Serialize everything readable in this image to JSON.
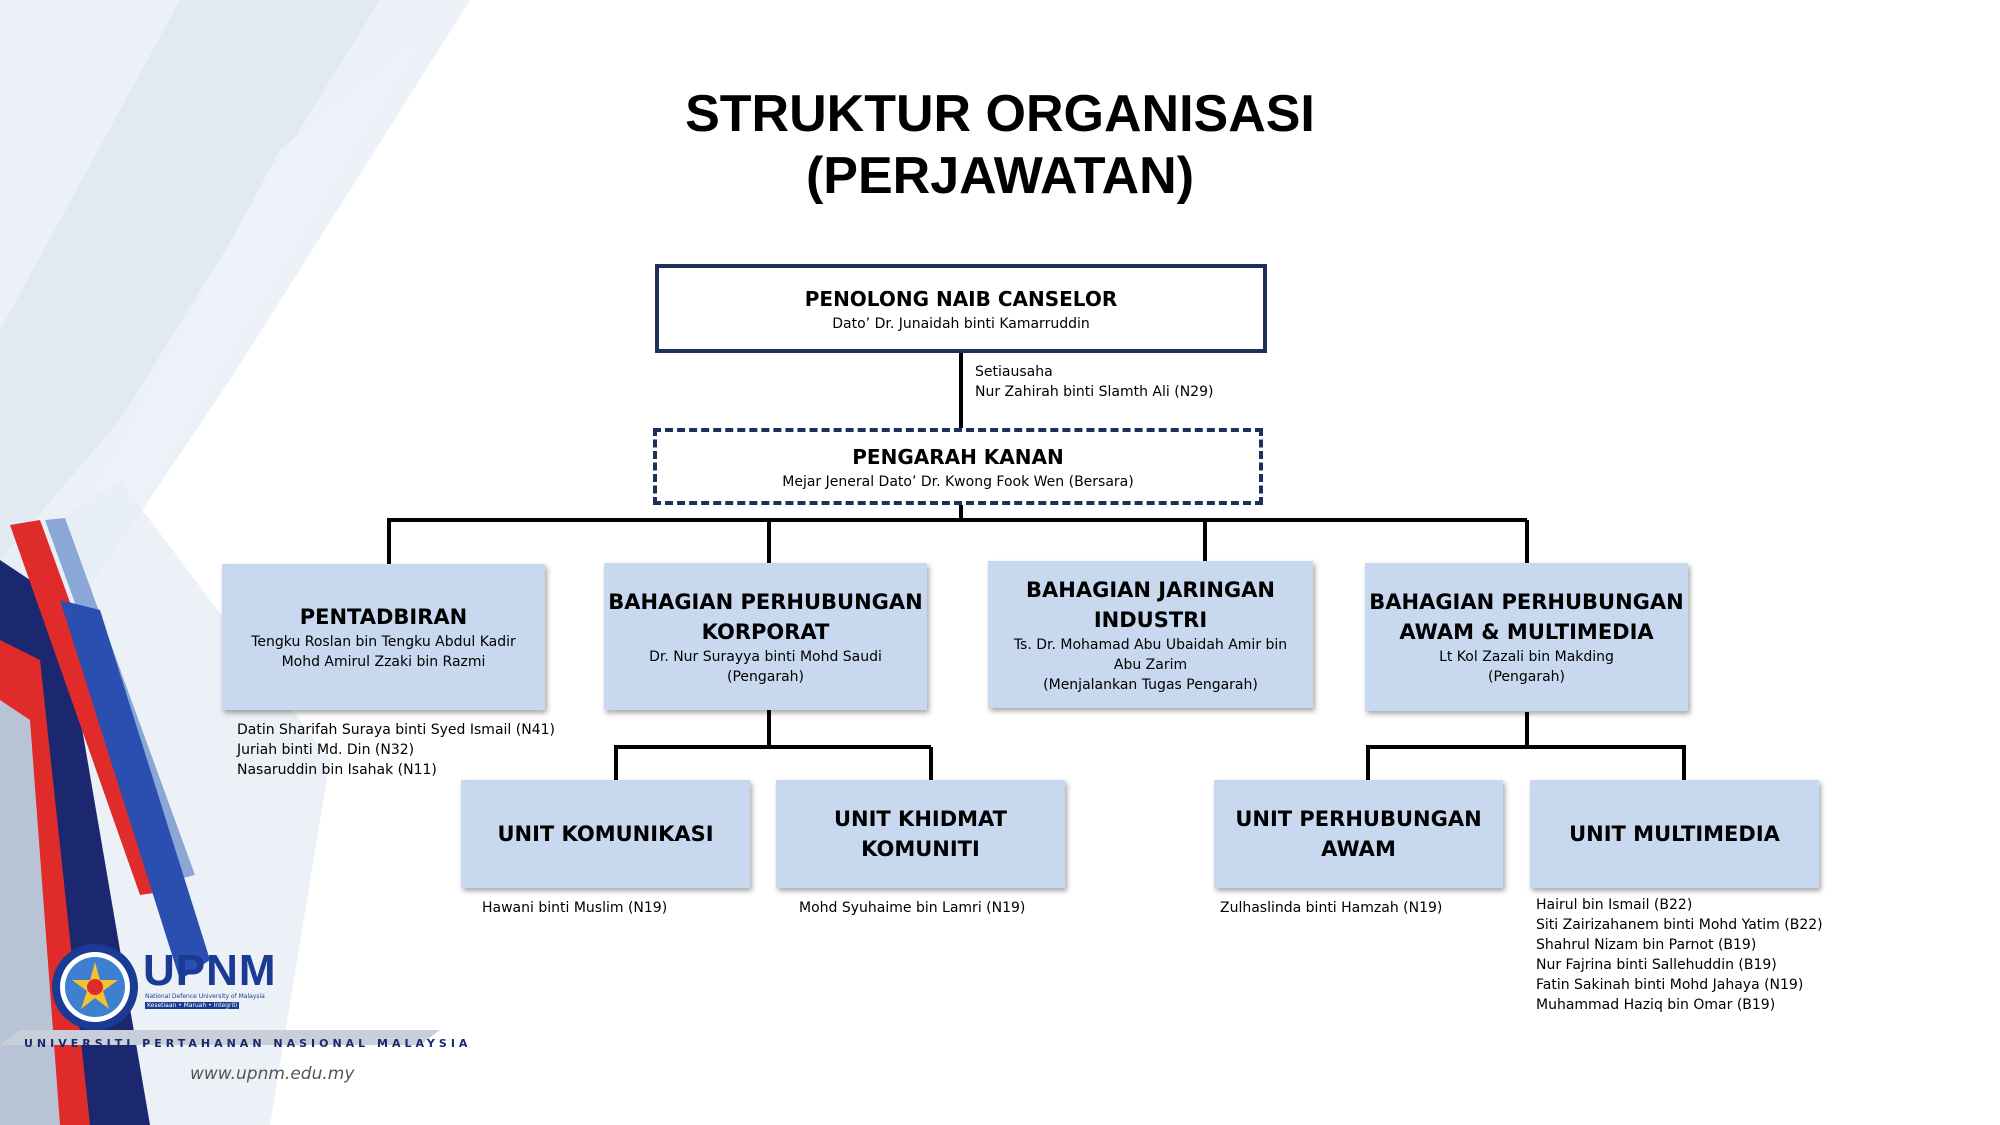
{
  "title": {
    "line1": "STRUKTUR ORGANISASI",
    "line2": "(PERJAWATAN)"
  },
  "top": {
    "title": "PENOLONG NAIB CANSELOR",
    "name": "Dato’ Dr. Junaidah binti Kamarruddin"
  },
  "secretary": {
    "label": "Setiausaha",
    "name": "Nur Zahirah binti Slamth Ali  (N29)"
  },
  "director": {
    "title": "PENGARAH KANAN",
    "name": "Mejar Jeneral Dato’ Dr. Kwong Fook Wen (Bersara)"
  },
  "divisions": [
    {
      "title1": "PENTADBIRAN",
      "title2": "",
      "line1": "Tengku Roslan bin Tengku Abdul Kadir",
      "line2": "Mohd Amirul Zzaki bin Razmi",
      "line3": ""
    },
    {
      "title1": "BAHAGIAN PERHUBUNGAN",
      "title2": "KORPORAT",
      "line1": "Dr. Nur Surayya binti Mohd Saudi",
      "line2": "(Pengarah)",
      "line3": ""
    },
    {
      "title1": "BAHAGIAN JARINGAN",
      "title2": "INDUSTRI",
      "line1": "Ts. Dr. Mohamad Abu Ubaidah Amir bin",
      "line2": "Abu Zarim",
      "line3": "(Menjalankan Tugas Pengarah)"
    },
    {
      "title1": "BAHAGIAN PERHUBUNGAN",
      "title2": "AWAM & MULTIMEDIA",
      "line1": "Lt Kol Zazali bin Makding",
      "line2": "(Pengarah)",
      "line3": ""
    }
  ],
  "pentadbiran_staff": [
    "Datin Sharifah Suraya binti Syed Ismail (N41)",
    "Juriah binti Md. Din (N32)",
    "Nasaruddin bin Isahak (N11)"
  ],
  "units": [
    {
      "title1": "UNIT KOMUNIKASI",
      "title2": "",
      "staff": [
        "Hawani binti Muslim (N19)"
      ]
    },
    {
      "title1": "UNIT KHIDMAT",
      "title2": "KOMUNITI",
      "staff": [
        "Mohd Syuhaime bin Lamri (N19)"
      ]
    },
    {
      "title1": "UNIT PERHUBUNGAN",
      "title2": "AWAM",
      "staff": [
        "Zulhaslinda binti Hamzah (N19)"
      ]
    },
    {
      "title1": "UNIT MULTIMEDIA",
      "title2": "",
      "staff": [
        "Hairul bin Ismail (B22)",
        "Siti Zairizahanem binti Mohd Yatim (B22)",
        "Shahrul Nizam bin Parnot (B19)",
        "Nur Fajrina binti Sallehuddin (B19)",
        "Fatin Sakinah binti Mohd Jahaya (N19)",
        "Muhammad Haziq bin Omar (B19)"
      ]
    }
  ],
  "logo": {
    "brand": "UPNM",
    "tagline1": "National Defence University of Malaysia",
    "tagline2": "Kesetiaan • Maruah • Integriti",
    "university": "UNIVERSITI PERTAHANAN NASIONAL MALAYSIA",
    "website": "www.upnm.edu.my"
  },
  "colors": {
    "navy": "#1f2f5c",
    "box_blue": "#c7d8ef",
    "logo_blue": "#1b3a93",
    "logo_red": "#e02b2b"
  }
}
